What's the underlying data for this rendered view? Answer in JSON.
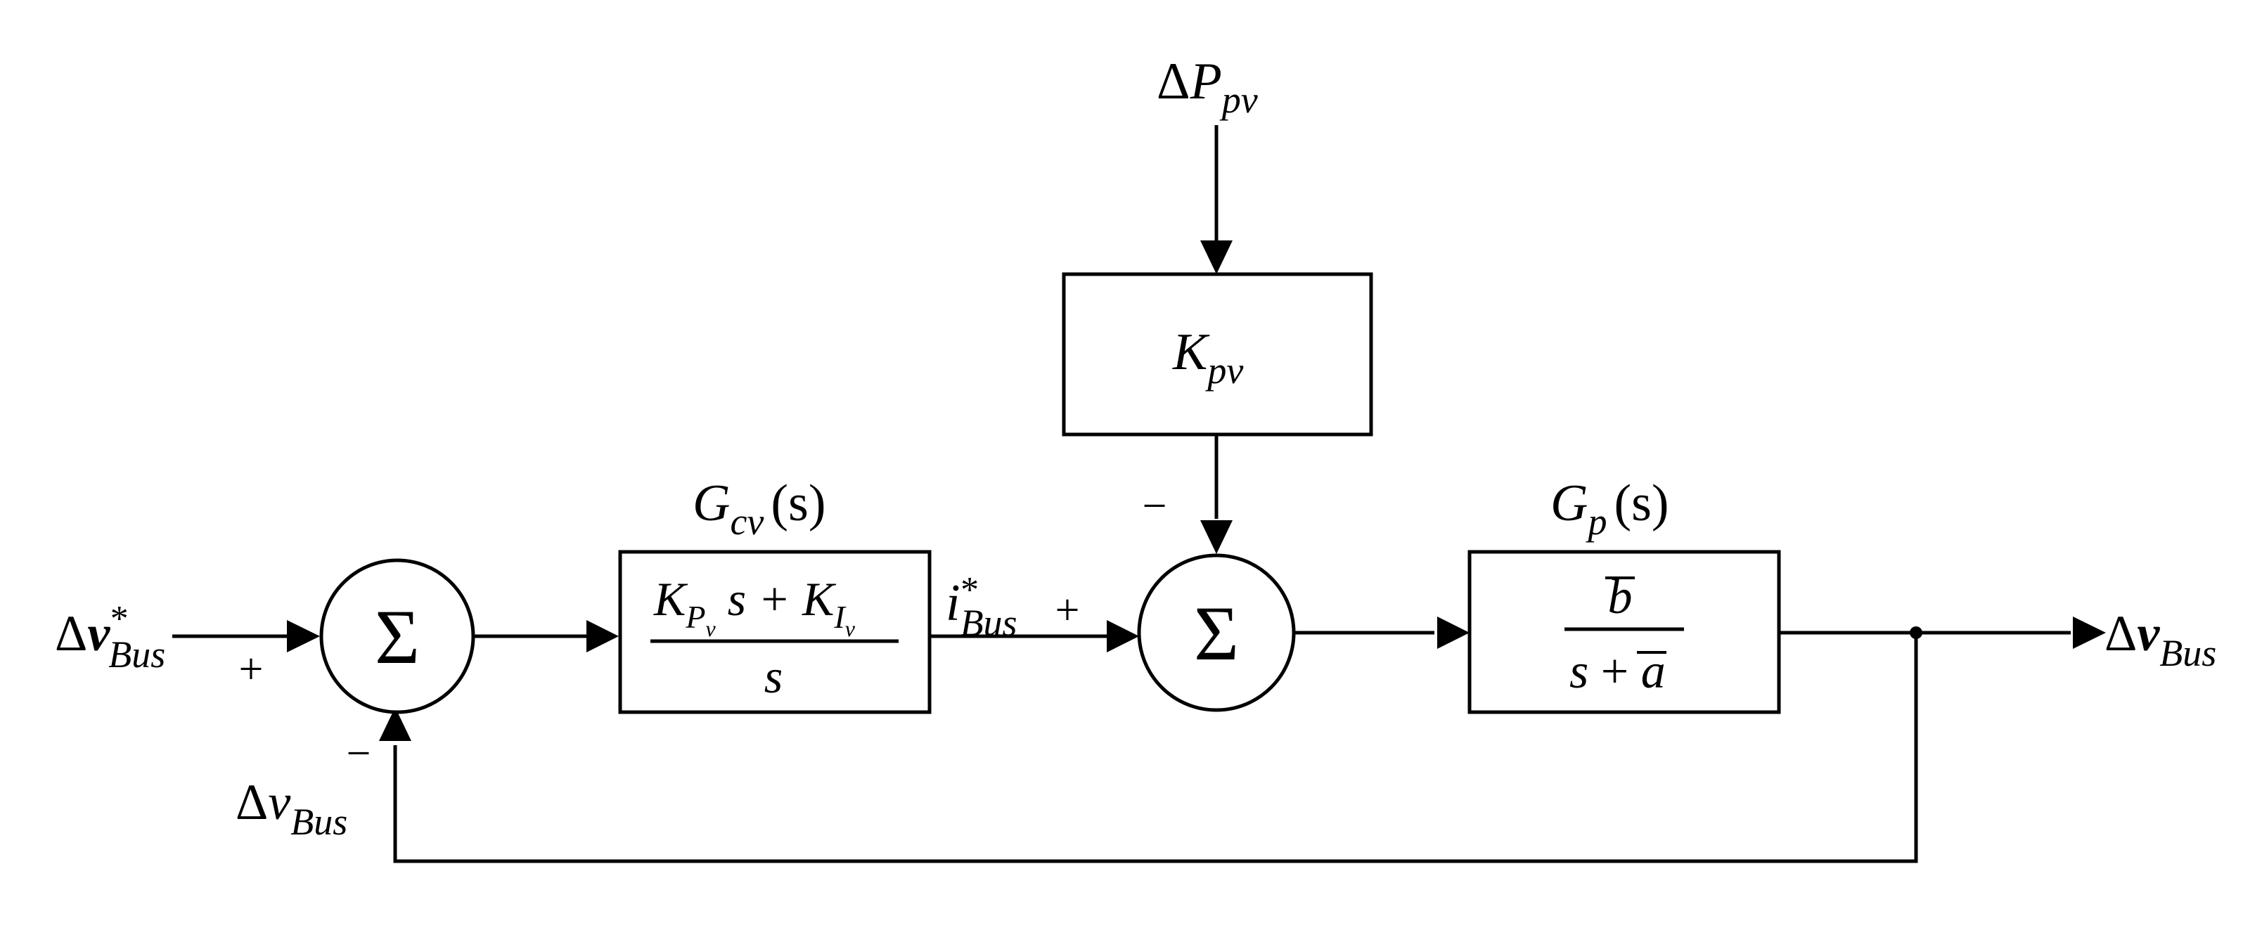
{
  "diagram": {
    "inputs": {
      "ref_delta": "Δ",
      "ref_var": "v",
      "ref_star": "*",
      "ref_sub": "Bus",
      "disturbance_delta": "Δ",
      "disturbance_var": "P",
      "disturbance_sub": "pv"
    },
    "output": {
      "delta": "Δ",
      "var": "v",
      "sub": "Bus"
    },
    "feedback": {
      "delta": "Δ",
      "var": "v",
      "sub": "Bus"
    },
    "summers": {
      "symbol": "Σ",
      "plus": "+",
      "minus": "−"
    },
    "blocks": {
      "controller": {
        "name_main": "G",
        "name_sub": "cv",
        "name_arg": "(s)",
        "num_k1": "K",
        "num_k1_sub": "P",
        "num_k1_subsub": "v",
        "num_mid": " s + ",
        "num_k2": "K",
        "num_k2_sub": "I",
        "num_k2_subsub": "v",
        "den": "s"
      },
      "gain": {
        "main": "K",
        "sub": "pv"
      },
      "plant": {
        "name_main": "G",
        "name_sub": "p",
        "name_arg": "(s)",
        "num": "b",
        "den_s": "s",
        "den_plus": " + ",
        "den_a": "a"
      }
    },
    "signals": {
      "current_ref_var": "i",
      "current_ref_star": "*",
      "current_ref_sub": "Bus"
    }
  }
}
